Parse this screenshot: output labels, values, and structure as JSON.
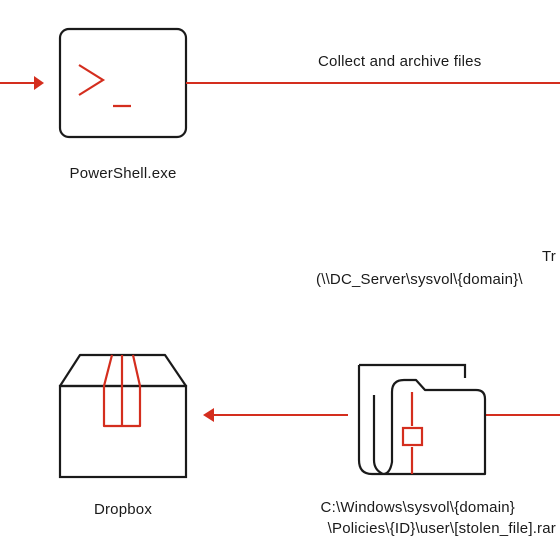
{
  "diagram": {
    "nodes": {
      "powershell": {
        "label": "PowerShell.exe",
        "icon": "terminal-icon"
      },
      "dropbox": {
        "label": "Dropbox",
        "icon": "box-icon"
      },
      "sysvol": {
        "label_line1": "C:\\Windows\\sysvol\\{domain}",
        "label_line2": "\\Policies\\{ID}\\user\\[stolen_file].rar",
        "icon": "folder-icon"
      }
    },
    "edges": {
      "collect": {
        "label": "Collect and archive files"
      },
      "transfer": {
        "label_line1": "Tr",
        "label_line2": "(\\\\DC_Server\\sysvol\\{domain}\\"
      }
    }
  },
  "colors": {
    "accent": "#d42e1e",
    "stroke": "#1a1a1a",
    "text": "#1a1a1a",
    "background": "#ffffff"
  }
}
